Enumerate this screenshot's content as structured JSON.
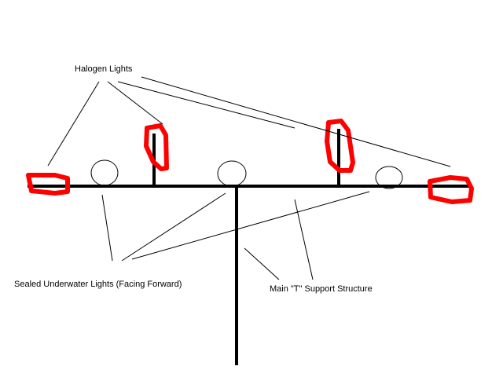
{
  "labels": {
    "halogen": "Halogen Lights",
    "sealed": "Sealed Underwater Lights (Facing Forward)",
    "main_support": "Main \"T\" Support Structure"
  },
  "colors": {
    "structure": "#000000",
    "halogen_marker": "#ff0000",
    "leader_line": "#000000",
    "background": "#ffffff"
  }
}
